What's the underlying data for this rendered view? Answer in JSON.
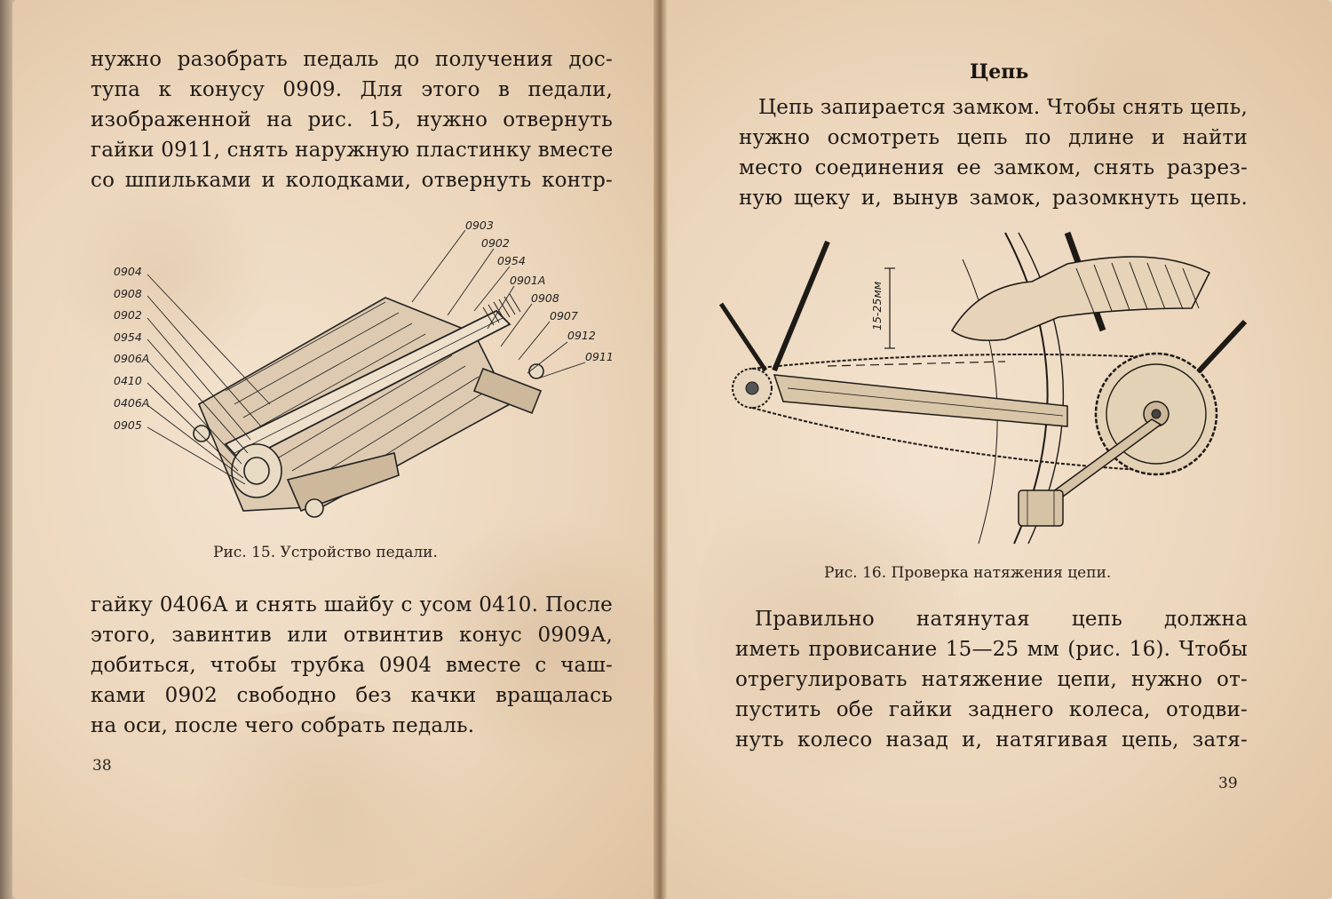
{
  "left_page": {
    "paragraph_top": [
      "нужно разобрать педаль до получения дос-",
      "тупа к конусу 0909. Для этого в педали,",
      "изображенной на рис. 15, нужно отвернуть",
      "гайки 0911, снять наружную пластинку вместе",
      "со шпильками и колодками, отвернуть контр-"
    ],
    "figure_labels_left": [
      "0904",
      "0908",
      "0902",
      "0954",
      "0906А",
      "0410",
      "0406А",
      "0905"
    ],
    "figure_labels_right": [
      "0903",
      "0902",
      "0954",
      "0901А",
      "0908",
      "0907",
      "0912",
      "0911"
    ],
    "caption": "Рис. 15. Устройство педали.",
    "paragraph_bottom": [
      "гайку 0406А и снять шайбу с усом 0410. После",
      "этого, завинтив или отвинтив конус 0909А,",
      "добиться, чтобы трубка 0904 вместе с чаш-",
      "ками 0902 свободно без качки вращалась",
      "на оси, после чего собрать педаль."
    ],
    "page_number": "38"
  },
  "right_page": {
    "heading": "Цепь",
    "paragraph_top": [
      "Цепь запирается замком. Чтобы снять цепь,",
      "нужно осмотреть цепь по длине и найти",
      "место соединения ее замком, снять разрез-",
      "ную щеку и, вынув замок, разомкнуть цепь."
    ],
    "figure_dimension": "15-25мм",
    "caption": "Рис. 16. Проверка натяжения цепи.",
    "paragraph_bottom": [
      "Правильно натянутая цепь должна",
      "иметь провисание 15—25 мм (рис. 16). Чтобы",
      "отрегулировать натяжение цепи, нужно от-",
      "пустить обе гайки заднего колеса, отодви-",
      "нуть колесо назад и, натягивая цепь, затя-"
    ],
    "page_number": "39"
  }
}
